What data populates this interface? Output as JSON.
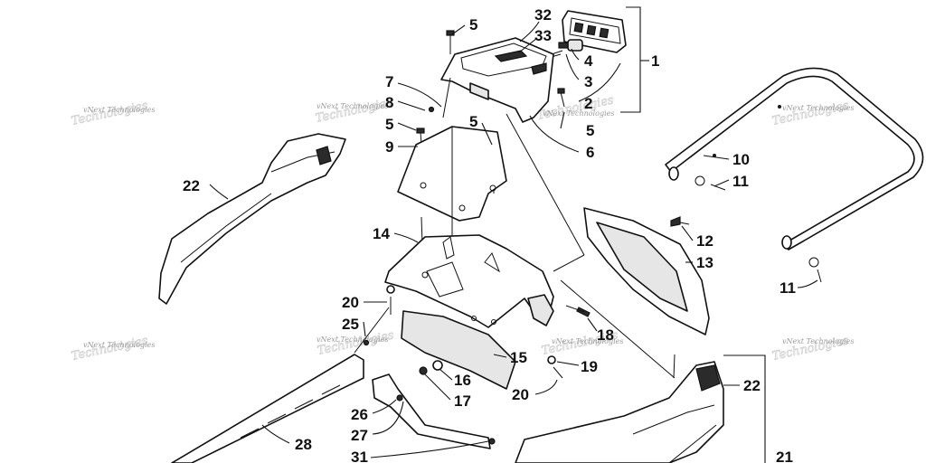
{
  "watermark": {
    "text": "vNext Technologies",
    "outline_text": "Technologies"
  },
  "callouts": [
    {
      "id": "c32",
      "text": "32"
    },
    {
      "id": "c33",
      "text": "33"
    },
    {
      "id": "c5a",
      "text": "5"
    },
    {
      "id": "c4",
      "text": "4"
    },
    {
      "id": "c1",
      "text": "1"
    },
    {
      "id": "c3",
      "text": "3"
    },
    {
      "id": "c2",
      "text": "2"
    },
    {
      "id": "c7",
      "text": "7"
    },
    {
      "id": "c8",
      "text": "8"
    },
    {
      "id": "c5b",
      "text": "5"
    },
    {
      "id": "c5c",
      "text": "5"
    },
    {
      "id": "c5d",
      "text": "5"
    },
    {
      "id": "c6",
      "text": "6"
    },
    {
      "id": "c9",
      "text": "9"
    },
    {
      "id": "c10",
      "text": "10"
    },
    {
      "id": "c11a",
      "text": "11"
    },
    {
      "id": "c22a",
      "text": "22"
    },
    {
      "id": "c14",
      "text": "14"
    },
    {
      "id": "c12",
      "text": "12"
    },
    {
      "id": "c13",
      "text": "13"
    },
    {
      "id": "c11b",
      "text": "11"
    },
    {
      "id": "c20a",
      "text": "20"
    },
    {
      "id": "c25",
      "text": "25"
    },
    {
      "id": "c18",
      "text": "18"
    },
    {
      "id": "c15",
      "text": "15"
    },
    {
      "id": "c16",
      "text": "16"
    },
    {
      "id": "c19",
      "text": "19"
    },
    {
      "id": "c17",
      "text": "17"
    },
    {
      "id": "c20b",
      "text": "20"
    },
    {
      "id": "c22b",
      "text": "22"
    },
    {
      "id": "c26",
      "text": "26"
    },
    {
      "id": "c27",
      "text": "27"
    },
    {
      "id": "c28",
      "text": "28"
    },
    {
      "id": "c31",
      "text": "31"
    },
    {
      "id": "c21",
      "text": "21"
    }
  ]
}
